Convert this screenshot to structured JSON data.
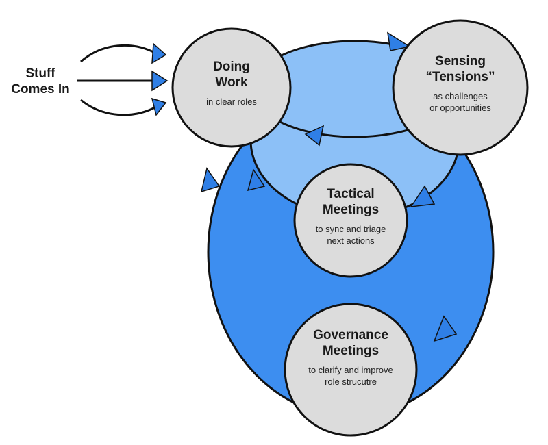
{
  "input_label": "Stuff\nComes In",
  "nodes": {
    "doing_work": {
      "title": "Doing\nWork",
      "subtitle": "in clear roles"
    },
    "sensing": {
      "title": "Sensing\n“Tensions”",
      "subtitle": "as challenges\nor opportunities"
    },
    "tactical": {
      "title": "Tactical\nMeetings",
      "subtitle": "to sync and triage\nnext actions"
    },
    "governance": {
      "title": "Governance\nMeetings",
      "subtitle": "to clarify and improve\nrole strucutre"
    }
  },
  "colors": {
    "outer_loop": "#3d8ef0",
    "inner_loop": "#8cc0f7",
    "node_fill": "#dcdcdc",
    "arrowhead": "#2f7fe6",
    "stroke": "#111111"
  }
}
